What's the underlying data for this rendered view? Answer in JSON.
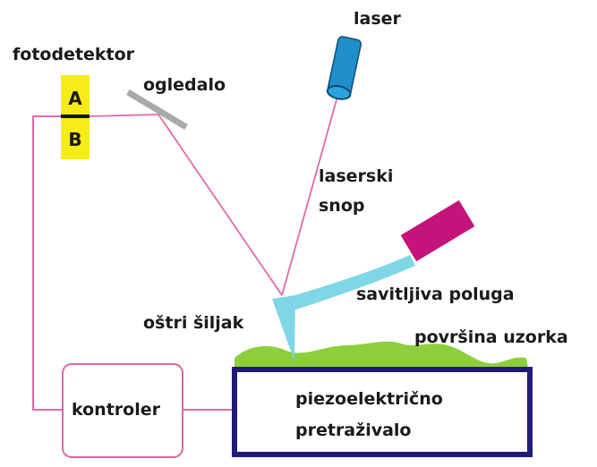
{
  "labels": {
    "photodetector": "fotodetektor",
    "segment_a": "A",
    "segment_b": "B",
    "mirror": "ogledalo",
    "laser": "laser",
    "laser_beam_line1": "laserski",
    "laser_beam_line2": "snop",
    "cantilever": "savitljiva poluga",
    "tip": "oštri šiljak",
    "sample_surface": "površina uzorka",
    "controller": "kontroler",
    "scanner_line1": "piezoelektrično",
    "scanner_line2": "pretraživalo"
  },
  "colors": {
    "beam": "#e06aa8",
    "detector": "#f5ec1a",
    "mirror": "#a9a9a9",
    "laser_body": "#1e8fc8",
    "laser_cap": "#0d4e73",
    "cantilever": "#7fd6e6",
    "holder": "#c4137a",
    "surface": "#8ccf3a",
    "scanner_border": "#1f1a7a",
    "controller_border": "#d768a8"
  }
}
